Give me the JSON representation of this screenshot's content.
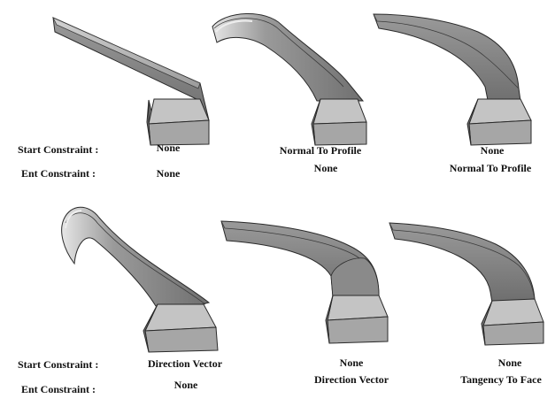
{
  "row_labels": {
    "start": "Start Constraint :",
    "end": "Ent Constraint :"
  },
  "row1": [
    {
      "start": "None",
      "end": "None"
    },
    {
      "start": "Normal To Profile",
      "end": "None"
    },
    {
      "start": "None",
      "end": "Normal To Profile"
    }
  ],
  "row2": [
    {
      "start": "Direction Vector",
      "end": "None"
    },
    {
      "start": "None",
      "end": "Direction Vector"
    },
    {
      "start": "None",
      "end": "Tangency To Face"
    }
  ],
  "colors": {
    "sweep_body": "#808080",
    "sweep_top": "#b4b4b4",
    "sweep_highlight": "#dcdcdc",
    "sweep_edge": "#2a2a2a",
    "base_top": "#c8c8c8",
    "base_front": "#a6a6a6",
    "base_side": "#767676"
  }
}
